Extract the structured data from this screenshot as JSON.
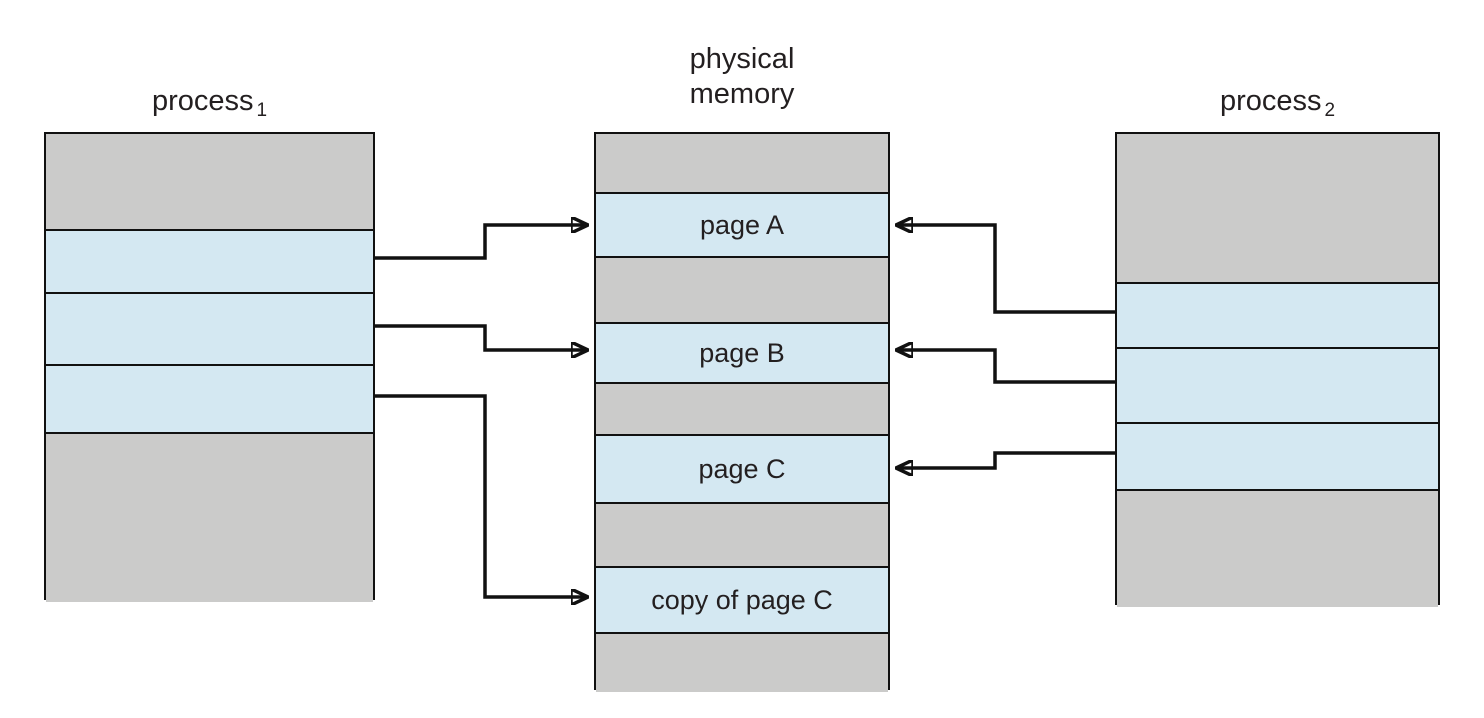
{
  "diagram": {
    "title_left": {
      "label": "process",
      "subscript": "1"
    },
    "title_center": {
      "line1": "physical",
      "line2": "memory"
    },
    "title_right": {
      "label": "process",
      "subscript": "2"
    },
    "memory": {
      "page_a": "page A",
      "page_b": "page B",
      "page_c": "page C",
      "copy_of_page_c": "copy of page C"
    },
    "colors": {
      "segment_gray": "#cbcbca",
      "segment_blue": "#d4e8f2",
      "border": "#111111",
      "arrow": "#111111",
      "background": "#ffffff"
    }
  }
}
